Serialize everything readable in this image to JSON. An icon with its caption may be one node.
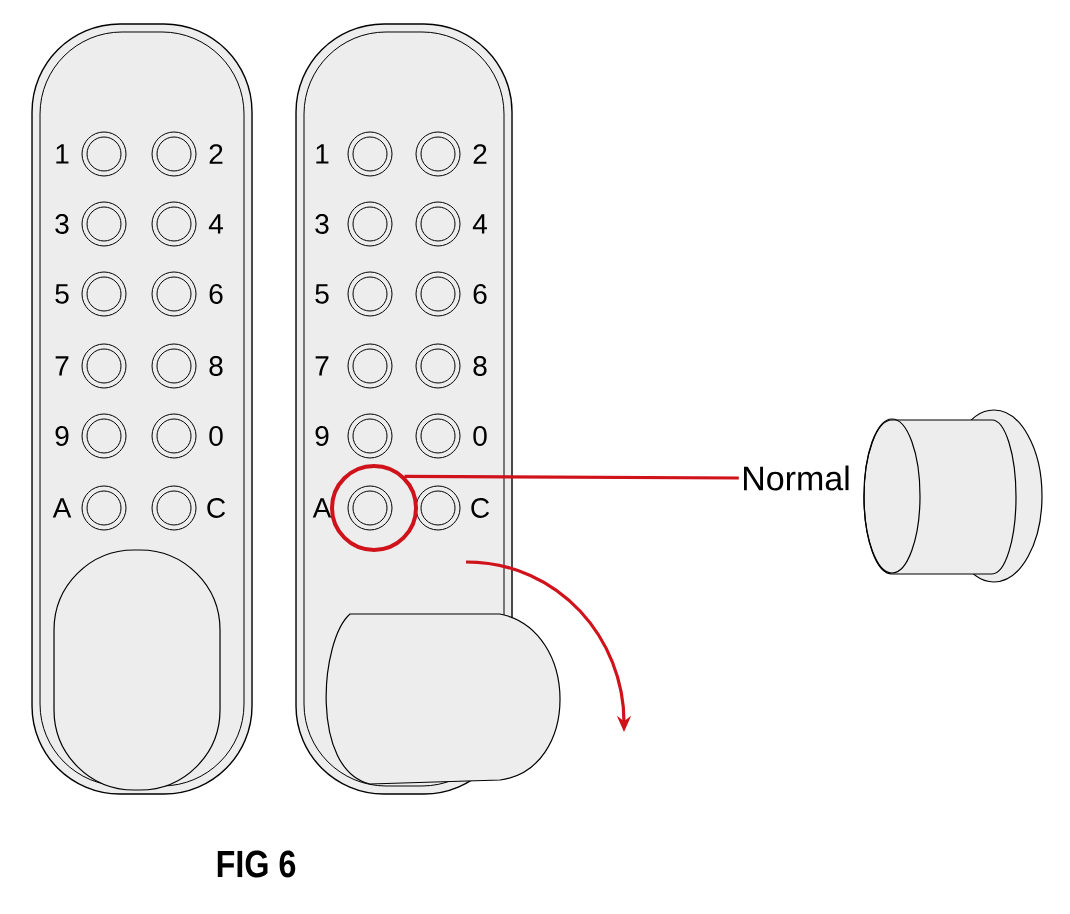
{
  "diagram": {
    "caption": "FIG 6",
    "nodes": [
      {
        "text": [],
        "shape": "circle"
      },
      {
        "text": [
          "Normal"
        ]
      }
    ],
    "edges": [
      {
        "from": 1,
        "to": 0,
        "arrow": "none"
      }
    ],
    "labels": [
      "1",
      "2",
      "3",
      "4",
      "5",
      "6",
      "7",
      "8",
      "9",
      "0",
      "A",
      "C",
      "1",
      "2",
      "3",
      "4",
      "5",
      "6",
      "7",
      "8",
      "9",
      "0",
      "A",
      "C"
    ]
  }
}
